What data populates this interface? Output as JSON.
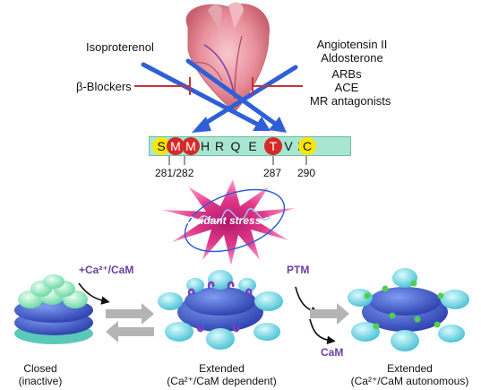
{
  "labels": {
    "isoproterenol": "Isoproterenol",
    "angiotensin": "Angiotensin II",
    "aldosterone": "Aldosterone",
    "beta_blockers": "β-Blockers",
    "arbs": "ARBs",
    "ace": "ACE",
    "mr_antagonists": "MR antagonists",
    "oxidant_stress": "Oxidant  stress",
    "ca_cam": "+Ca²⁺/CaM",
    "ptm": "PTM",
    "cam": "CaM"
  },
  "sequence": {
    "residues": [
      {
        "letter": "S",
        "style": "yellow"
      },
      {
        "letter": "M",
        "style": "red"
      },
      {
        "letter": "M",
        "style": "red"
      },
      {
        "letter": "H",
        "style": "plain"
      },
      {
        "letter": "R",
        "style": "plain"
      },
      {
        "letter": "Q",
        "style": "plain"
      },
      {
        "letter": "E",
        "style": "plain"
      },
      {
        "letter": "T",
        "style": "red"
      },
      {
        "letter": "V",
        "style": "plain"
      },
      {
        "letter": "D",
        "style": "plain"
      },
      {
        "letter": "C",
        "style": "yellow"
      }
    ],
    "numbers": [
      "281/282",
      "287",
      "290"
    ]
  },
  "states": [
    {
      "line1": "Closed",
      "line2": "(inactive)"
    },
    {
      "line1": "Extended",
      "line2": "(Ca²⁺/CaM dependent)"
    },
    {
      "line1": "Extended",
      "line2": "(Ca²⁺/CaM autonomous)"
    }
  ],
  "colors": {
    "arrow_blue": "#2f5fd6",
    "inhibitor_red": "#c8323c",
    "burst_pink": "#e23a8a",
    "hub_dark": "#3447b8",
    "hub_light": "#57c7d8",
    "calcium_green": "#4fd04f"
  }
}
